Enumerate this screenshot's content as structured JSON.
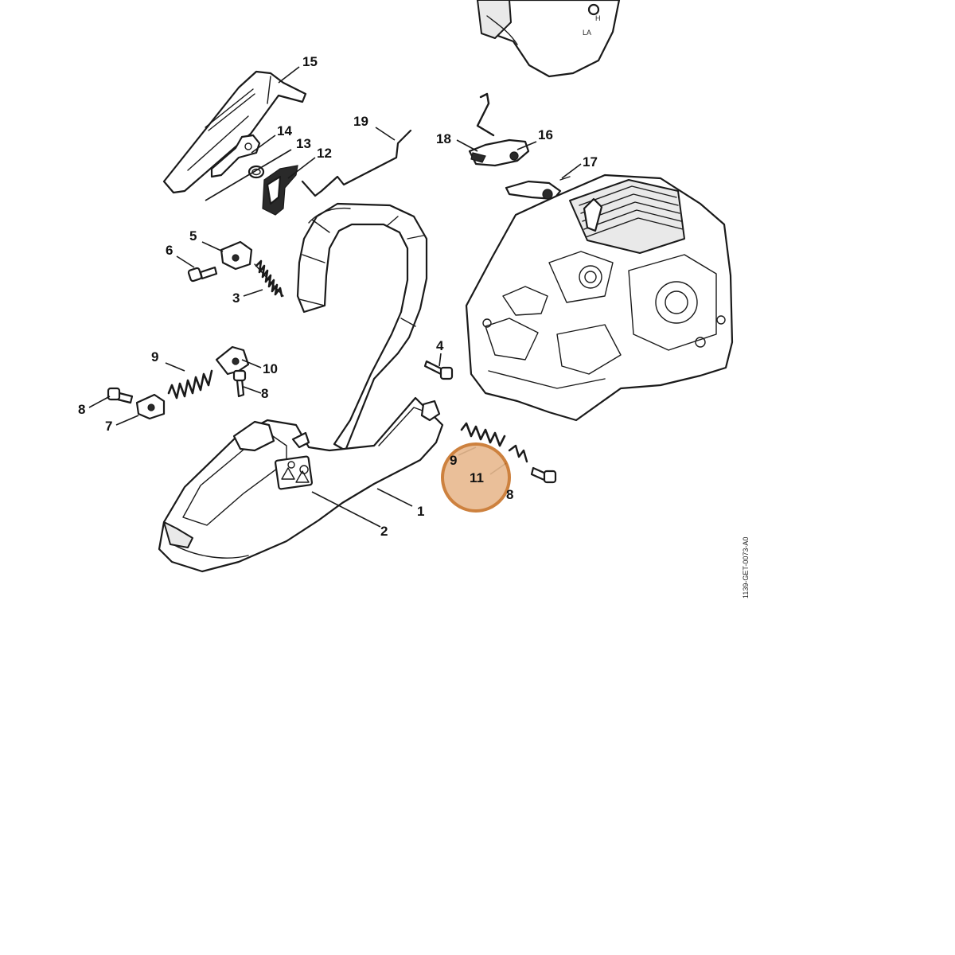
{
  "diagram": {
    "drawing_code": "1139-GET-0073-A0",
    "highlight_color": "#c8742a",
    "highlight_fill": "#e8b98e",
    "callouts": [
      {
        "id": "c15",
        "label": "15"
      },
      {
        "id": "c14",
        "label": "14"
      },
      {
        "id": "c13",
        "label": "13"
      },
      {
        "id": "c12",
        "label": "12"
      },
      {
        "id": "c19",
        "label": "19"
      },
      {
        "id": "c18",
        "label": "18"
      },
      {
        "id": "c16",
        "label": "16"
      },
      {
        "id": "c17",
        "label": "17"
      },
      {
        "id": "c5",
        "label": "5"
      },
      {
        "id": "c6",
        "label": "6"
      },
      {
        "id": "c3",
        "label": "3"
      },
      {
        "id": "c9a",
        "label": "9"
      },
      {
        "id": "c10",
        "label": "10"
      },
      {
        "id": "c8a",
        "label": "8"
      },
      {
        "id": "c8b",
        "label": "8"
      },
      {
        "id": "c7",
        "label": "7"
      },
      {
        "id": "c4",
        "label": "4"
      },
      {
        "id": "c9b",
        "label": "9"
      },
      {
        "id": "c11",
        "label": "11"
      },
      {
        "id": "c8c",
        "label": "8"
      },
      {
        "id": "c1",
        "label": "1"
      },
      {
        "id": "c2",
        "label": "2"
      }
    ]
  }
}
